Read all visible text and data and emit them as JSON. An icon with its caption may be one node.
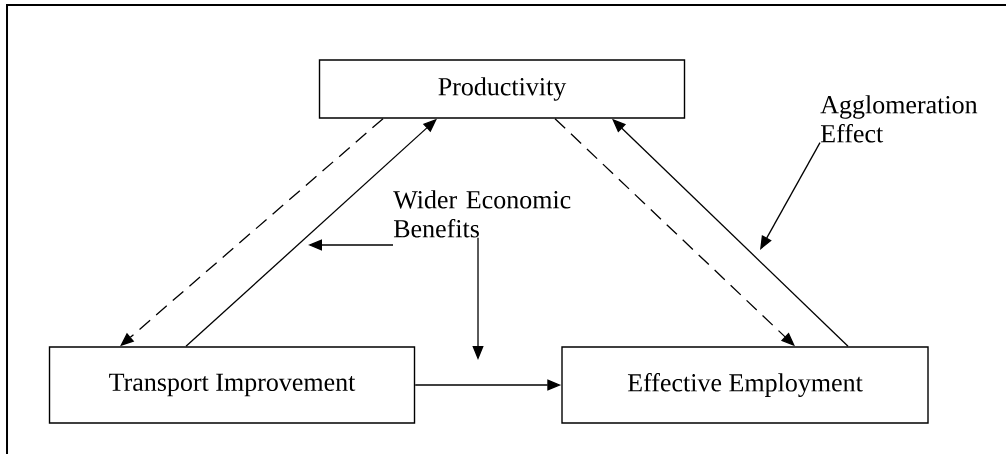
{
  "diagram": {
    "nodes": [
      {
        "text": [
          "Productivity"
        ]
      },
      {
        "text": [
          "Transport Improvement"
        ]
      },
      {
        "text": [
          "Effective Employment"
        ]
      },
      {
        "text": [
          "Wider Economic Benefits"
        ]
      },
      {
        "text": [
          "Agglomeration Effect"
        ]
      }
    ],
    "edges": [
      {
        "from": 0,
        "to": 1,
        "arrow": "to",
        "style": "dashed"
      },
      {
        "from": 1,
        "to": 0,
        "arrow": "to"
      },
      {
        "from": 0,
        "to": 2,
        "arrow": "to",
        "style": "dashed"
      },
      {
        "from": 2,
        "to": 0,
        "arrow": "to"
      },
      {
        "from": 1,
        "to": 2,
        "arrow": "to"
      },
      {
        "from": 3,
        "to": null,
        "arrow": "to"
      },
      {
        "from": 3,
        "to": null,
        "arrow": "to"
      },
      {
        "from": 4,
        "to": null,
        "arrow": "to"
      }
    ]
  }
}
